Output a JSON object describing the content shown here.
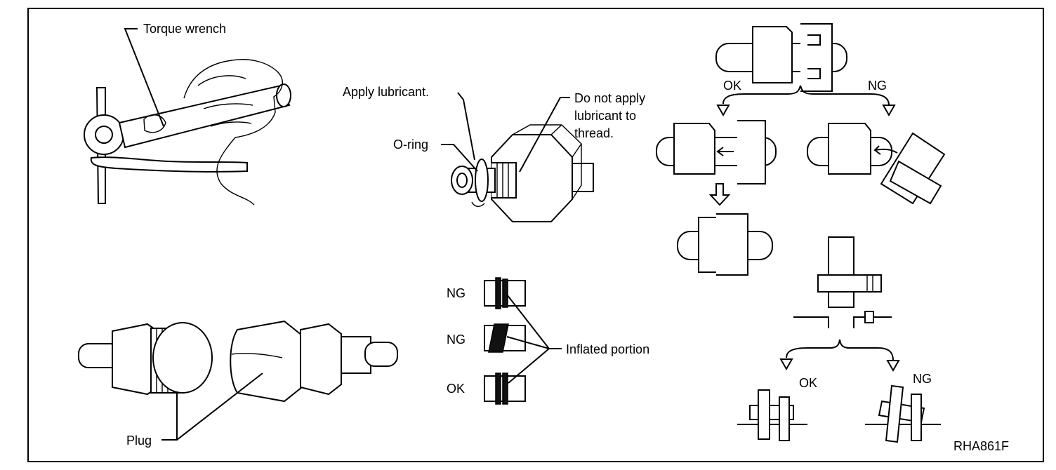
{
  "labels": {
    "torque_wrench": "Torque wrench",
    "apply_lubricant": "Apply lubricant.",
    "do_not_apply_1": "Do not apply",
    "do_not_apply_2": "lubricant to",
    "do_not_apply_3": "thread.",
    "o_ring": "O-ring",
    "ok_top": "OK",
    "ng_top": "NG",
    "ng_1": "NG",
    "ng_2": "NG",
    "ok_ring": "OK",
    "inflated_portion": "Inflated portion",
    "plug": "Plug",
    "ok_bottom": "OK",
    "ng_bottom": "NG",
    "figure_code": "RHA861F"
  }
}
